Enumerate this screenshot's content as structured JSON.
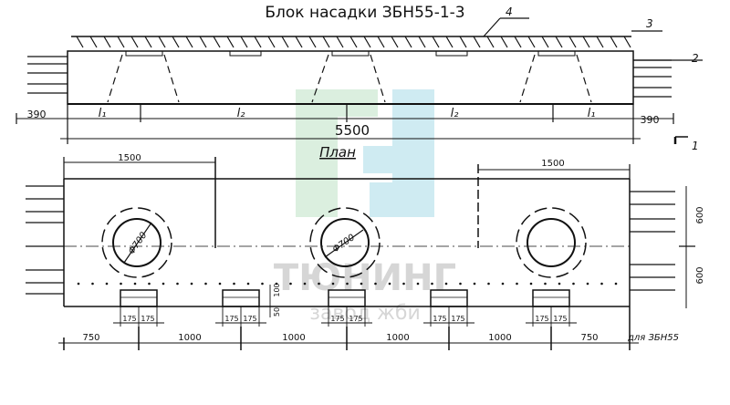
{
  "title": "Блок насадки ЗБН55-1-3",
  "elevation": {
    "total_length": "5500",
    "end_left": "390",
    "end_right": "390",
    "segment_labels": [
      "l₁",
      "l₂",
      "l₂",
      "l₁"
    ],
    "callouts": [
      "4",
      "3",
      "2",
      "1"
    ]
  },
  "plan": {
    "heading": "План",
    "top_dims": [
      "1500",
      "1500"
    ],
    "hole_labels": [
      "Φ700",
      "Φ700"
    ],
    "side_dims": [
      "600",
      "600"
    ],
    "pad_widths": [
      "175",
      "175",
      "175",
      "175",
      "175",
      "175",
      "175",
      "175",
      "175",
      "175"
    ],
    "pad_depths": [
      "100",
      "50"
    ],
    "bottom_dims": [
      "750",
      "1000",
      "1000",
      "1000",
      "1000",
      "750"
    ],
    "note": "для ЗБН55"
  },
  "watermark": {
    "line1": "ТЮНИНГ",
    "line2": "завод жби"
  }
}
